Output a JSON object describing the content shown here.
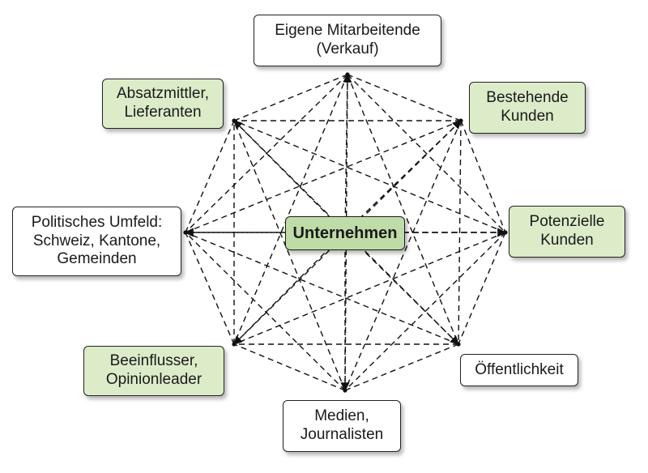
{
  "diagram": {
    "center": {
      "label": "Unternehmen",
      "fill": "#bfdca7"
    },
    "nodes": [
      {
        "id": "eigene-mitarbeitende",
        "label": "Eigene Mitarbeitende\n(Verkauf)",
        "fill": "#ffffff"
      },
      {
        "id": "bestehende-kunden",
        "label": "Bestehende\nKunden",
        "fill": "#dcecc9"
      },
      {
        "id": "potenzielle-kunden",
        "label": "Potenzielle\nKunden",
        "fill": "#dcecc9"
      },
      {
        "id": "oeffentlichkeit",
        "label": "Öffentlichkeit",
        "fill": "#ffffff"
      },
      {
        "id": "medien-journalisten",
        "label": "Medien,\nJournalisten",
        "fill": "#ffffff"
      },
      {
        "id": "beeinflusser",
        "label": "Beeinflusser,\nOpinionleader",
        "fill": "#dcecc9"
      },
      {
        "id": "politisches-umfeld",
        "label": "Politisches Umfeld:\nSchweiz, Kantone,\nGemeinden",
        "fill": "#ffffff"
      },
      {
        "id": "absatzmittler",
        "label": "Absatzmittler,\nLieferanten",
        "fill": "#dcecc9"
      }
    ],
    "edge_style": "dashed",
    "connections": "all points connected pairwise"
  }
}
